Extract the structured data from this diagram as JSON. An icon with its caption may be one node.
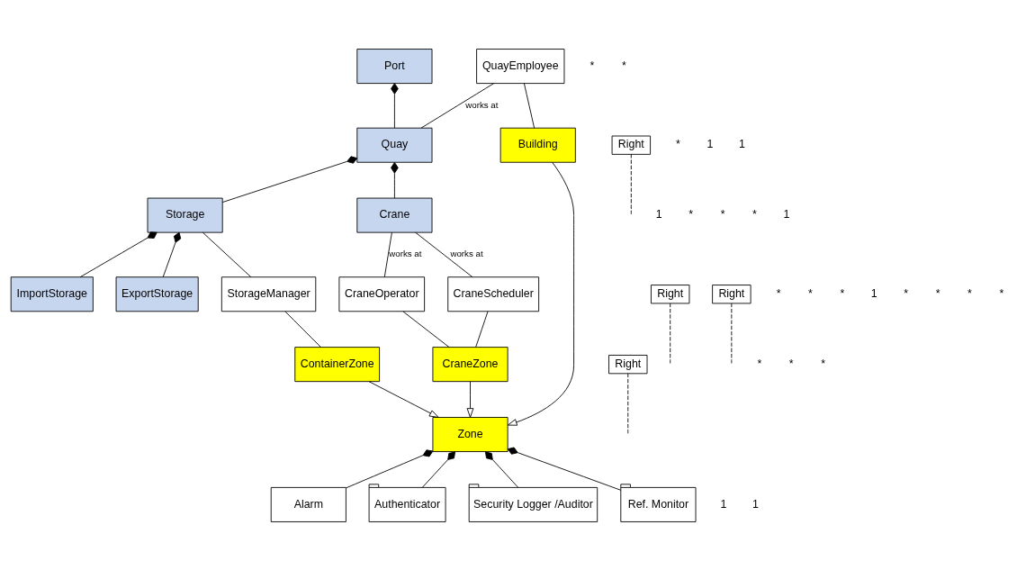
{
  "diagram": {
    "nodes": [
      {
        "text": [
          "Port"
        ]
      },
      {
        "text": [
          "QuayEmployee"
        ]
      },
      {
        "text": [
          "Alarm"
        ]
      },
      {
        "text": [
          "Zone"
        ]
      },
      {
        "text": [
          "Authenticator"
        ]
      },
      {
        "text": [
          "Security Logger /Auditor"
        ]
      },
      {
        "text": [
          "Ref. Monitor"
        ]
      },
      {
        "text": [
          "Right"
        ]
      },
      {
        "text": [
          "Quay"
        ]
      },
      {
        "text": [
          "Storage"
        ]
      },
      {
        "text": [
          "Building"
        ]
      },
      {
        "text": [
          "ContainerZone"
        ]
      },
      {
        "text": [
          "CraneZone"
        ]
      },
      {
        "text": [
          "Right"
        ]
      },
      {
        "text": [
          "Crane"
        ]
      },
      {
        "text": [
          "ImportStorage"
        ]
      },
      {
        "text": [
          "ExportStorage"
        ]
      },
      {
        "text": [
          "StorageManager"
        ]
      },
      {
        "text": [
          "Right"
        ]
      },
      {
        "text": [
          "CraneOperator"
        ]
      },
      {
        "text": [
          "Right"
        ]
      },
      {
        "text": [
          "CraneScheduler"
        ]
      }
    ],
    "edges": [
      {
        "from": 0,
        "to": 8,
        "arrow": "other"
      },
      {
        "from": 1,
        "to": 8,
        "arrow": "none",
        "label": "works at"
      },
      {
        "from": 3,
        "to": 2,
        "arrow": "other"
      },
      {
        "from": 3,
        "to": 4,
        "arrow": "other"
      },
      {
        "from": 3,
        "to": 5,
        "arrow": "other"
      },
      {
        "from": 3,
        "to": 6,
        "arrow": "other"
      },
      {
        "from": 10,
        "to": 3,
        "arrow": "to"
      },
      {
        "from": 11,
        "to": 3,
        "arrow": "to"
      },
      {
        "from": 12,
        "to": 3,
        "arrow": "to"
      },
      {
        "from": 1,
        "to": 10,
        "arrow": "none"
      },
      {
        "from": 7,
        "to": null,
        "arrow": "none",
        "style": "dashed"
      },
      {
        "from": 8,
        "to": 9,
        "arrow": "other"
      },
      {
        "from": 8,
        "to": 14,
        "arrow": "other"
      },
      {
        "from": 9,
        "to": 15,
        "arrow": "other"
      },
      {
        "from": 9,
        "to": 16,
        "arrow": "other"
      },
      {
        "from": 9,
        "to": 17,
        "arrow": "none"
      },
      {
        "from": 17,
        "to": 11,
        "arrow": "none"
      },
      {
        "from": 13,
        "to": null,
        "arrow": "none",
        "style": "dashed"
      },
      {
        "from": 14,
        "to": 19,
        "arrow": "none",
        "label": "works at"
      },
      {
        "from": 19,
        "to": 12,
        "arrow": "none"
      },
      {
        "from": 18,
        "to": null,
        "arrow": "none",
        "style": "dashed"
      },
      {
        "from": 14,
        "to": 21,
        "arrow": "none",
        "label": "works at"
      },
      {
        "from": 21,
        "to": 12,
        "arrow": "none"
      },
      {
        "from": 20,
        "to": null,
        "arrow": "none",
        "style": "dashed"
      }
    ],
    "labels": [
      "*",
      "1",
      "1",
      "*",
      "*",
      "1",
      "*",
      "1",
      "1",
      "*",
      "*",
      "*",
      "*",
      "*",
      "*",
      "*",
      "*",
      "1",
      "1",
      "*",
      "*",
      "*",
      "*"
    ]
  }
}
